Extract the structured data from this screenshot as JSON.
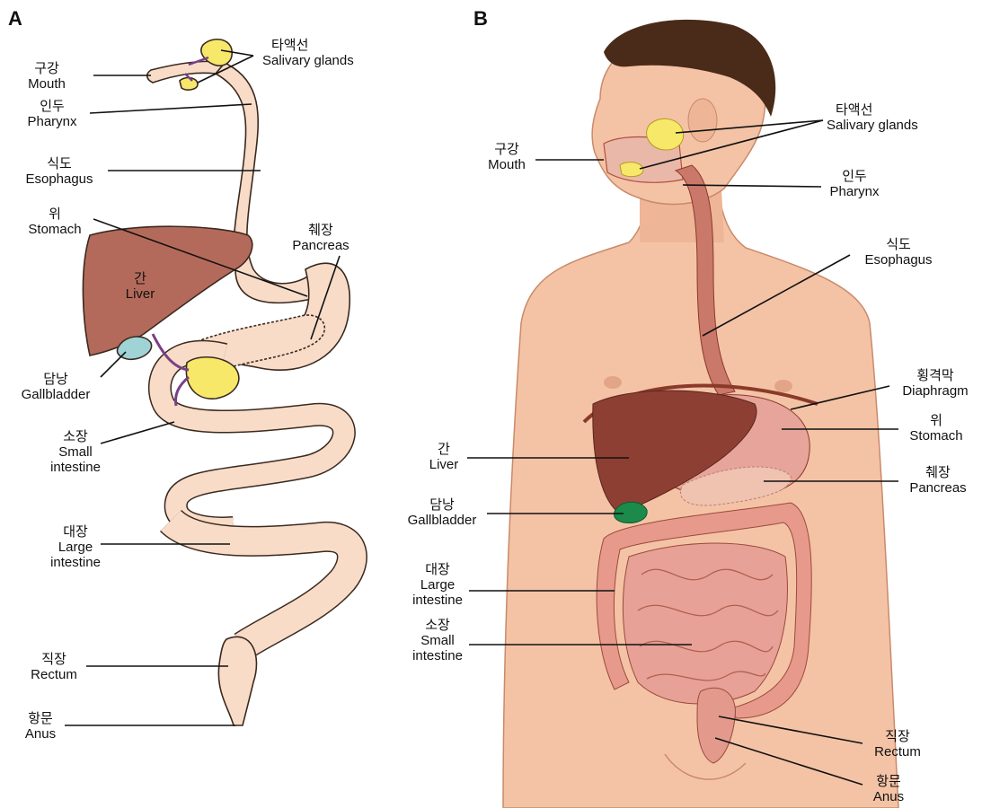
{
  "panels": {
    "A": {
      "letter": "A",
      "labels": {
        "salivary": {
          "ko": "타액선",
          "en": "Salivary glands"
        },
        "mouth": {
          "ko": "구강",
          "en": "Mouth"
        },
        "pharynx": {
          "ko": "인두",
          "en": "Pharynx"
        },
        "esophagus": {
          "ko": "식도",
          "en": "Esophagus"
        },
        "stomach": {
          "ko": "위",
          "en": "Stomach"
        },
        "pancreas": {
          "ko": "췌장",
          "en": "Pancreas"
        },
        "liver": {
          "ko": "간",
          "en": "Liver"
        },
        "gallbladder": {
          "ko": "담낭",
          "en": "Gallbladder"
        },
        "small_intestine": {
          "ko": "소장",
          "en1": "Small",
          "en2": "intestine"
        },
        "large_intestine": {
          "ko": "대장",
          "en1": "Large",
          "en2": "intestine"
        },
        "rectum": {
          "ko": "직장",
          "en": "Rectum"
        },
        "anus": {
          "ko": "항문",
          "en": "Anus"
        }
      }
    },
    "B": {
      "letter": "B",
      "labels": {
        "salivary": {
          "ko": "타액선",
          "en": "Salivary glands"
        },
        "mouth": {
          "ko": "구강",
          "en": "Mouth"
        },
        "pharynx": {
          "ko": "인두",
          "en": "Pharynx"
        },
        "esophagus": {
          "ko": "식도",
          "en": "Esophagus"
        },
        "diaphragm": {
          "ko": "횡격막",
          "en": "Diaphragm"
        },
        "stomach": {
          "ko": "위",
          "en": "Stomach"
        },
        "pancreas": {
          "ko": "췌장",
          "en": "Pancreas"
        },
        "liver": {
          "ko": "간",
          "en": "Liver"
        },
        "gallbladder": {
          "ko": "담낭",
          "en": "Gallbladder"
        },
        "large_intestine": {
          "ko": "대장",
          "en1": "Large",
          "en2": "intestine"
        },
        "small_intestine": {
          "ko": "소장",
          "en1": "Small",
          "en2": "intestine"
        },
        "rectum": {
          "ko": "직장",
          "en": "Rectum"
        },
        "anus": {
          "ko": "항문",
          "en": "Anus"
        }
      }
    }
  },
  "colors": {
    "tract": "#f9dcc8",
    "tract_outline": "#3a2a20",
    "liver": "#b46a5a",
    "gallbladder": "#9fd3d6",
    "gland": "#f7e86a",
    "duct": "#7a3f86",
    "skin": "#f4c3a6",
    "skin_shadow": "#e3a587",
    "hair": "#4a2a18",
    "b_liver": "#8e3f33",
    "b_stomach": "#e6a49a",
    "b_intestine": "#e79a8c",
    "b_gallbladder": "#1b8a4a",
    "b_esophagus": "#c9786a"
  }
}
